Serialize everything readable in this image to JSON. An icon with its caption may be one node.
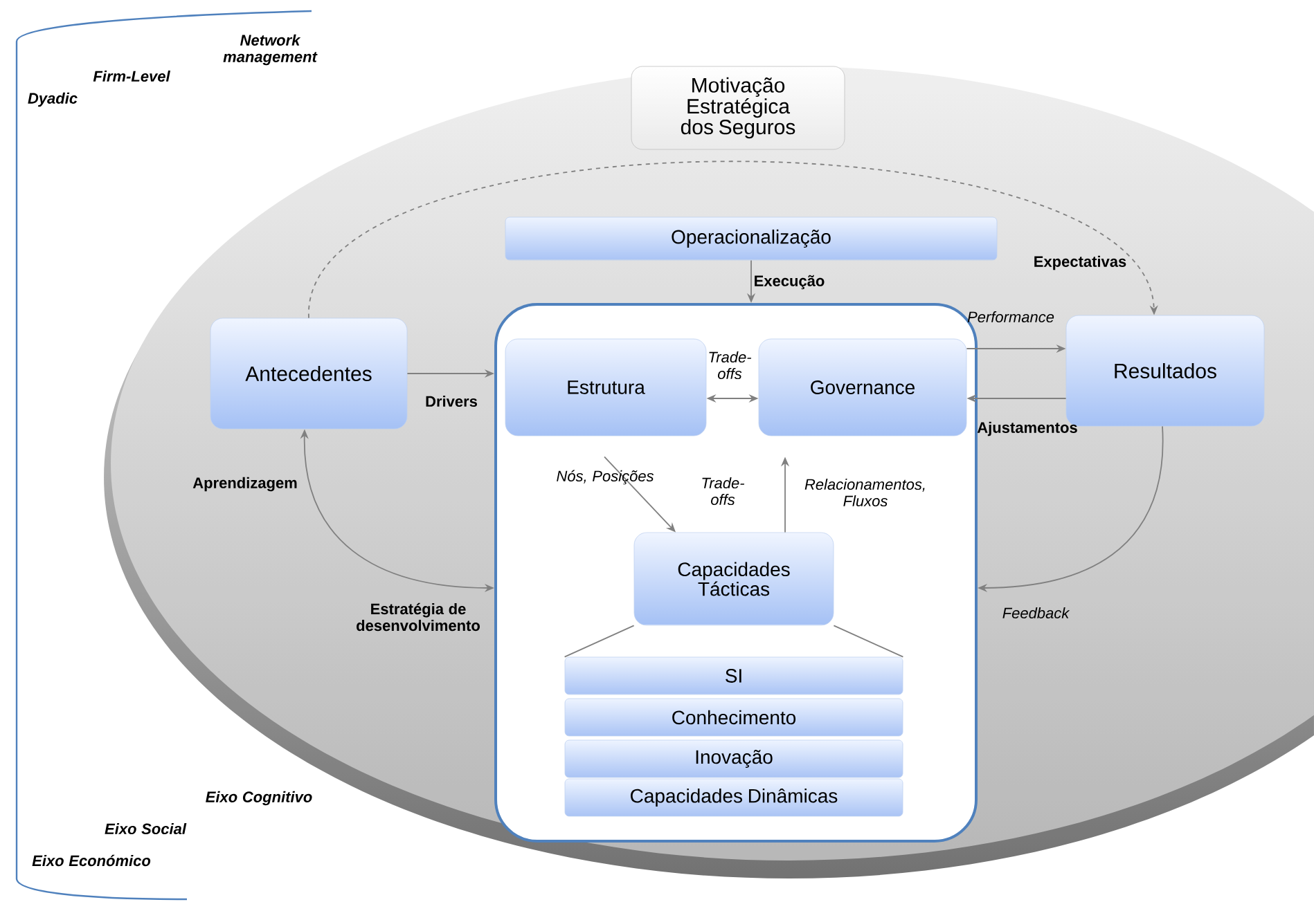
{
  "diagram": {
    "nodes": [
      {
        "text": [
          "Motivação Estratégica dos Seguros"
        ]
      },
      {
        "text": [
          "Operacionalização"
        ]
      },
      {
        "text": [
          "Antecedentes"
        ]
      },
      {
        "text": [],
        "shape": "box"
      },
      {
        "text": [
          "Estrutura"
        ],
        "in": 3
      },
      {
        "text": [
          "Governance"
        ],
        "in": 3
      },
      {
        "text": [
          "Resultados"
        ]
      },
      {
        "text": [
          "Capacidades Tácticas"
        ],
        "in": 3
      },
      {
        "text": [
          "SI"
        ],
        "in": 3
      },
      {
        "text": [
          "Conhecimento"
        ],
        "in": 3
      },
      {
        "text": [
          "Inovação"
        ],
        "in": 3
      },
      {
        "text": [
          "Capacidades Dinâmicas"
        ],
        "in": 3
      }
    ],
    "edges": [
      {
        "from": 2,
        "to": 3,
        "arrow": "to",
        "label": "Drivers"
      },
      {
        "from": 1,
        "to": 3,
        "arrow": "to",
        "label": "Execução"
      },
      {
        "from": 4,
        "to": 5,
        "arrow": "both",
        "label": "Trade-offs"
      },
      {
        "from": 5,
        "to": 6,
        "arrow": "to",
        "label": "Performance"
      },
      {
        "from": 6,
        "to": 5,
        "arrow": "to",
        "label": "Ajustamentos"
      },
      {
        "from": 4,
        "to": 7,
        "arrow": "to",
        "label": "Nós, Posições"
      },
      {
        "from": 7,
        "to": 5,
        "arrow": "to",
        "label": "Relacionamentos, Fluxos"
      },
      {
        "from": 2,
        "to": 6,
        "arrow": "to",
        "label": "Expectativas",
        "style": "dashed"
      },
      {
        "from": 6,
        "to": 3,
        "arrow": "to",
        "label": "Feedback"
      },
      {
        "from": 3,
        "to": 2,
        "arrow": "both",
        "label": "Aprendizagem"
      },
      {
        "from": 7,
        "to": 8,
        "arrow": "none"
      },
      {
        "from": 7,
        "to": 8,
        "arrow": "none"
      }
    ],
    "labels": [
      "Network management",
      "Firm-Level",
      "Dyadic",
      "Trade-offs",
      "Estratégia de desenvolvimento",
      "Eixo Cognitivo",
      "Eixo Social",
      "Eixo Económico"
    ]
  }
}
